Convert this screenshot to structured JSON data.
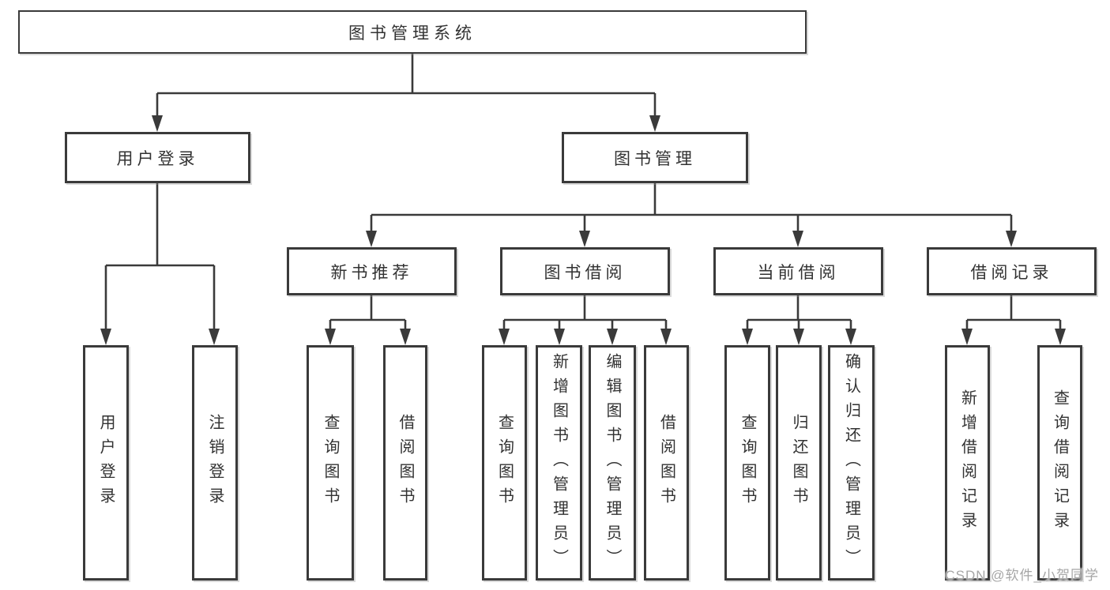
{
  "colors": {
    "line": "#3a3a3a",
    "text": "#323232",
    "watermark": "#a6a6a6"
  },
  "tree": {
    "root": "图书管理系统",
    "children": [
      {
        "label": "用户登录",
        "children": [
          {
            "label": "用户登录"
          },
          {
            "label": "注销登录"
          }
        ]
      },
      {
        "label": "图书管理",
        "children": [
          {
            "label": "新书推荐",
            "children": [
              {
                "label": "查询图书"
              },
              {
                "label": "借阅图书"
              }
            ]
          },
          {
            "label": "图书借阅",
            "children": [
              {
                "label": "查询图书"
              },
              {
                "label": "新增图书（管理员）"
              },
              {
                "label": "编辑图书（管理员）"
              },
              {
                "label": "借阅图书"
              }
            ]
          },
          {
            "label": "当前借阅",
            "children": [
              {
                "label": "查询图书"
              },
              {
                "label": "归还图书"
              },
              {
                "label": "确认归还（管理员）"
              }
            ]
          },
          {
            "label": "借阅记录",
            "children": [
              {
                "label": "新增借阅记录"
              },
              {
                "label": "查询借阅记录"
              }
            ]
          }
        ]
      }
    ]
  },
  "watermark": {
    "text": "CSDN @软件_小贺同学"
  }
}
